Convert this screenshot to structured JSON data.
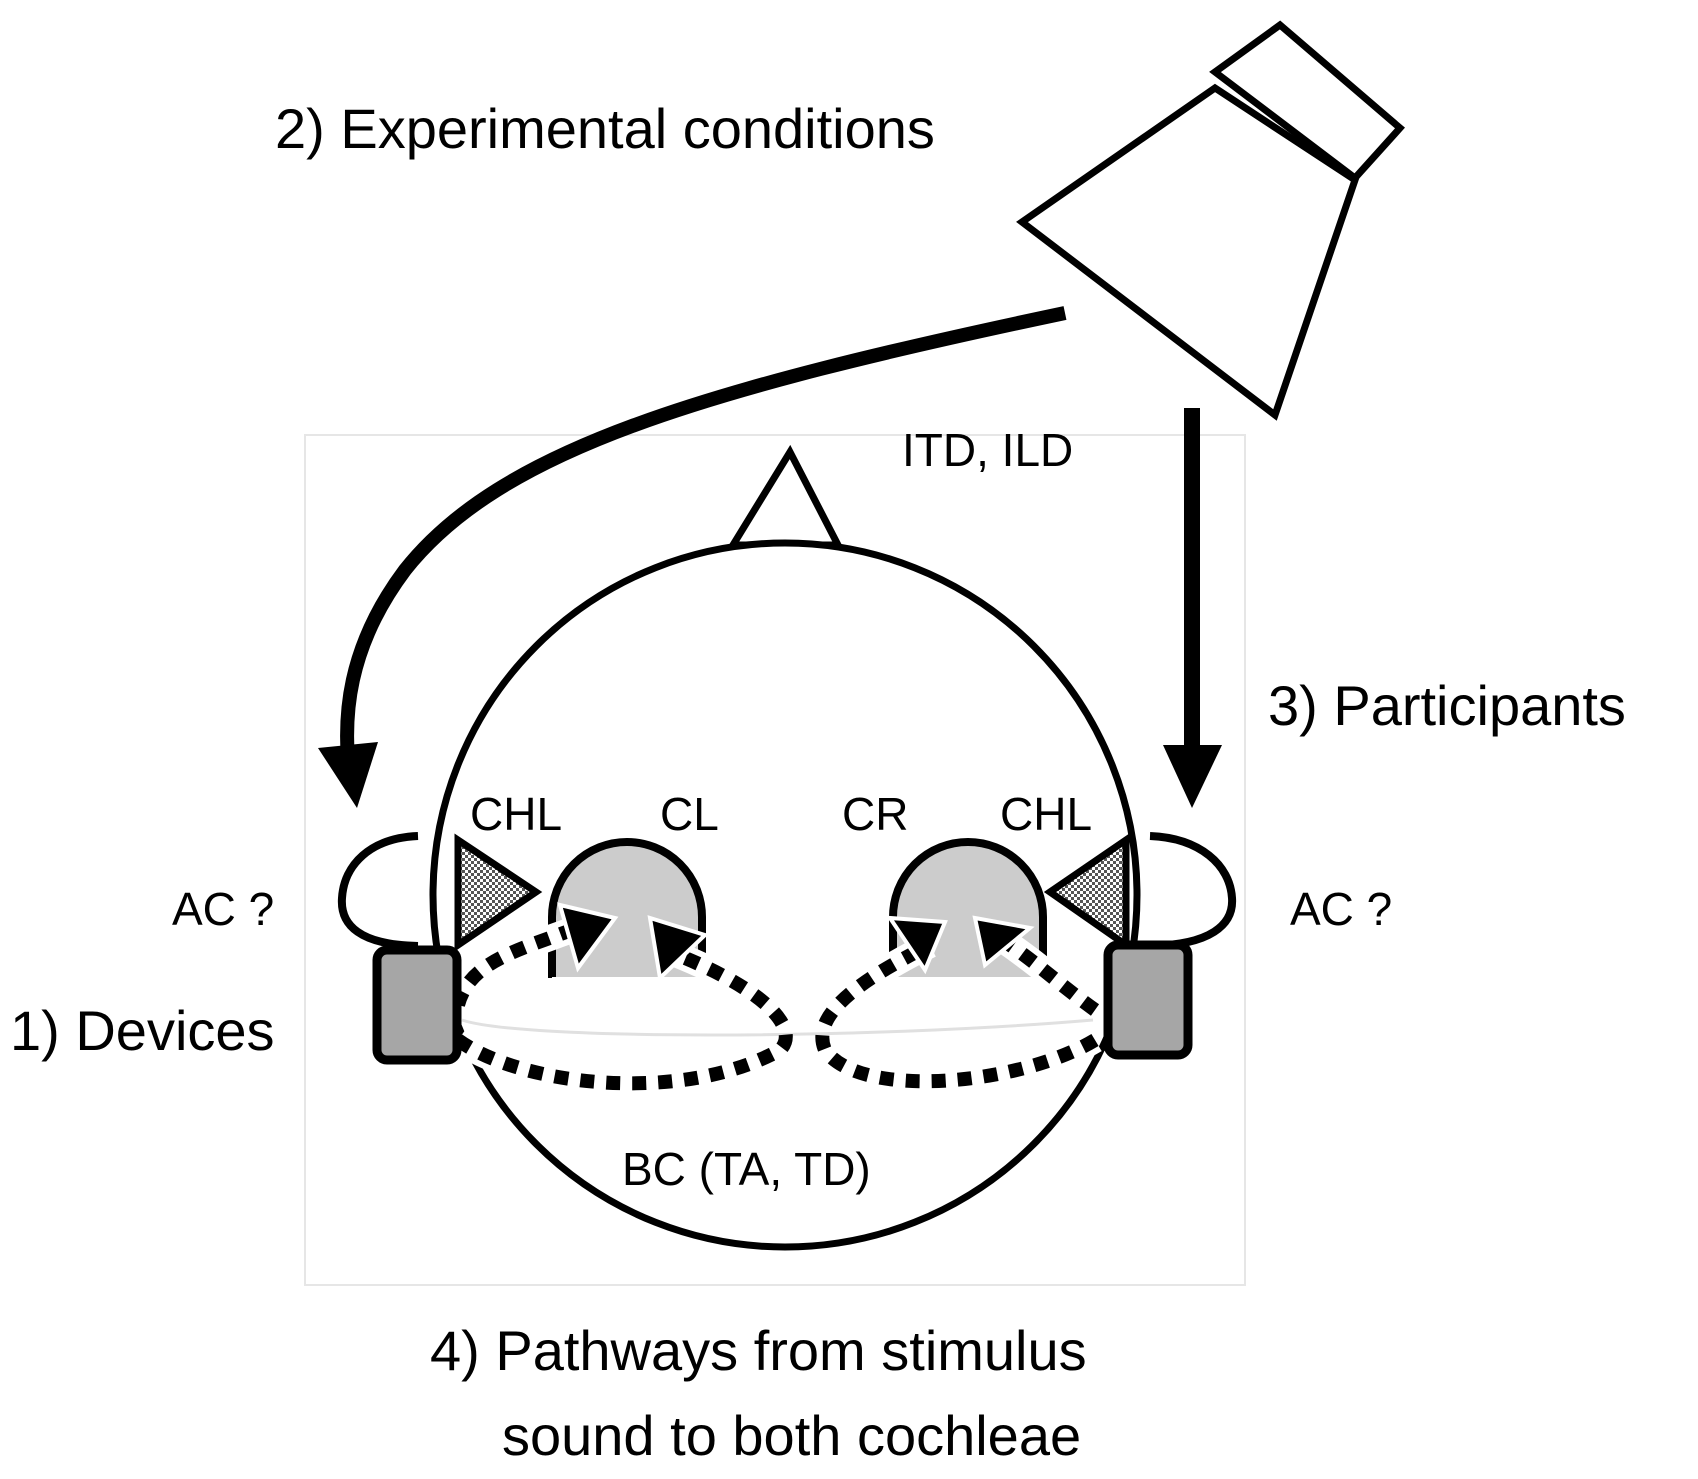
{
  "labels": {
    "experimental_conditions": "2) Experimental conditions",
    "itd_ild": "ITD, ILD",
    "participants": "3) Participants",
    "devices": "1) Devices",
    "ac_left": "AC ?",
    "ac_right": "AC ?",
    "chl_left": "CHL",
    "cl": "CL",
    "cr": "CR",
    "chl_right": "CHL",
    "bc": "BC (TA, TD)",
    "pathways_line1": "4) Pathways from stimulus",
    "pathways_line2": "sound to both cochleae"
  },
  "colors": {
    "stroke": "#000000",
    "device_fill": "#a6a6a6",
    "cochlea_fill": "#cccccc",
    "pathway_halo": "#ffffff",
    "hatch_fill": "#999999"
  },
  "icons": [
    "loudspeaker-icon",
    "head-icon",
    "nose-icon"
  ]
}
